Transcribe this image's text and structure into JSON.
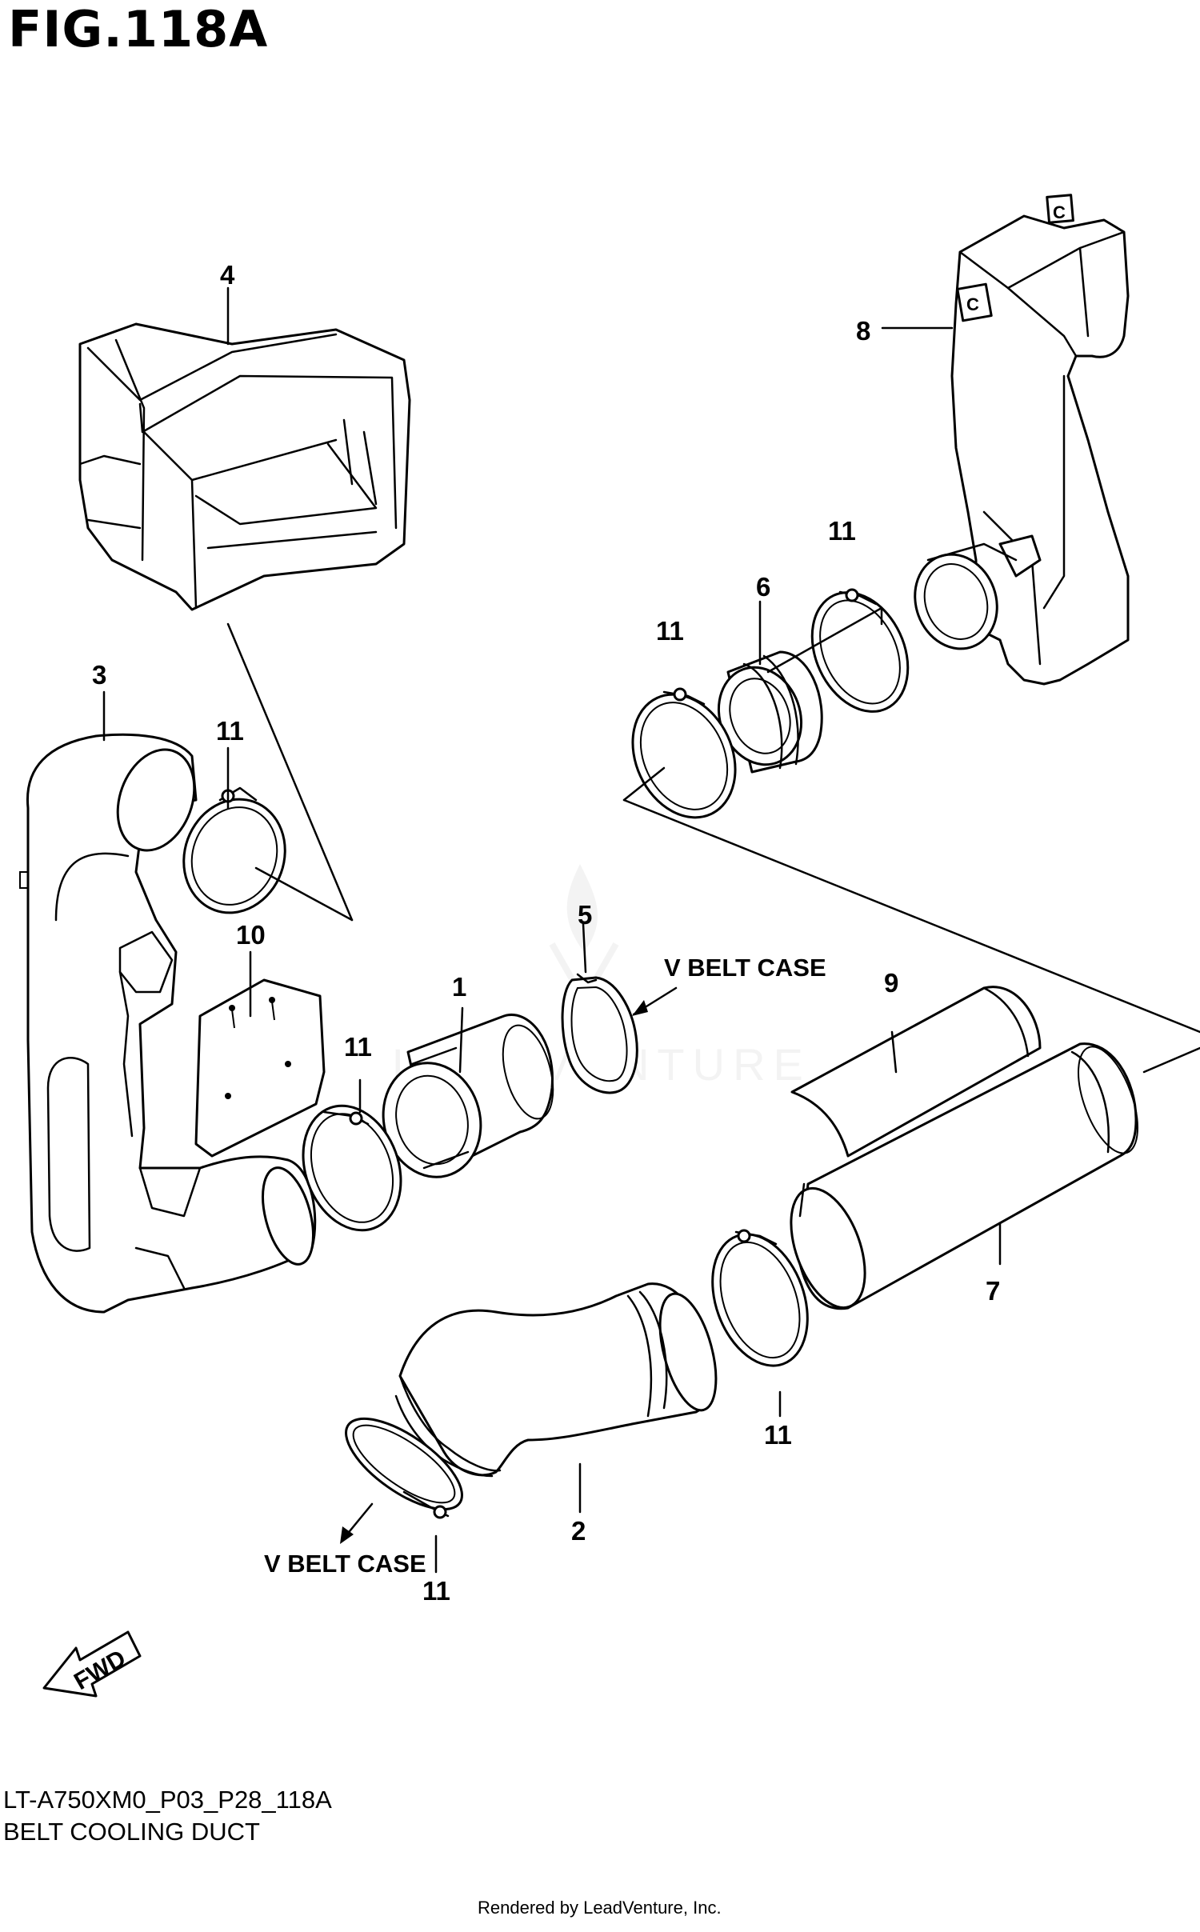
{
  "figure": {
    "title": "FIG.118A",
    "code": "LT-A750XM0_P03_P28_118A",
    "subtitle": "BELT COOLING DUCT",
    "credit": "Rendered by LeadVenture, Inc."
  },
  "callouts": [
    "1",
    "2",
    "3",
    "4",
    "5",
    "6",
    "7",
    "8",
    "9",
    "10",
    "11",
    "11",
    "11",
    "11",
    "11",
    "11"
  ],
  "notes": {
    "belt_case_upper": "V BELT CASE",
    "belt_case_lower": "V BELT CASE",
    "fwd": "FWD",
    "mark_c": "C"
  },
  "watermark": {
    "text": "LEADVENTURE",
    "color": "#dcdcdc"
  }
}
